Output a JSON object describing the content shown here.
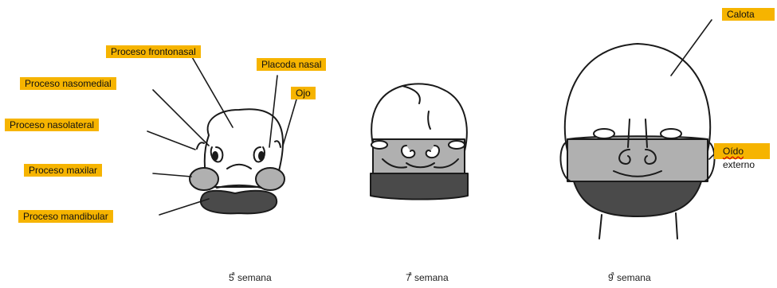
{
  "labels": {
    "frontonasal": "Proceso frontonasal",
    "placoda": "Placoda nasal",
    "nasomedial": "Proceso nasomedial",
    "ojo": "Ojo",
    "nasolateral": "Proceso nasolateral",
    "maxilar": "Proceso maxilar",
    "mandibular": "Proceso mandibular",
    "calota": "Calota",
    "oido_1": "Oído",
    "oido_2": "externo"
  },
  "captions": {
    "c1_num": "5",
    "c1_sup": "a",
    "c1_word": "semana",
    "c2_num": "7",
    "c2_sup": "a",
    "c2_word": "semana",
    "c3_num": "9",
    "c3_sup": "a",
    "c3_word": "semana"
  },
  "colors": {
    "label_bg": "#f6b400",
    "maxillary_gray": "#b0b0b0",
    "mandibular_dark": "#4a4a4a",
    "outline": "#1a1a1a"
  }
}
